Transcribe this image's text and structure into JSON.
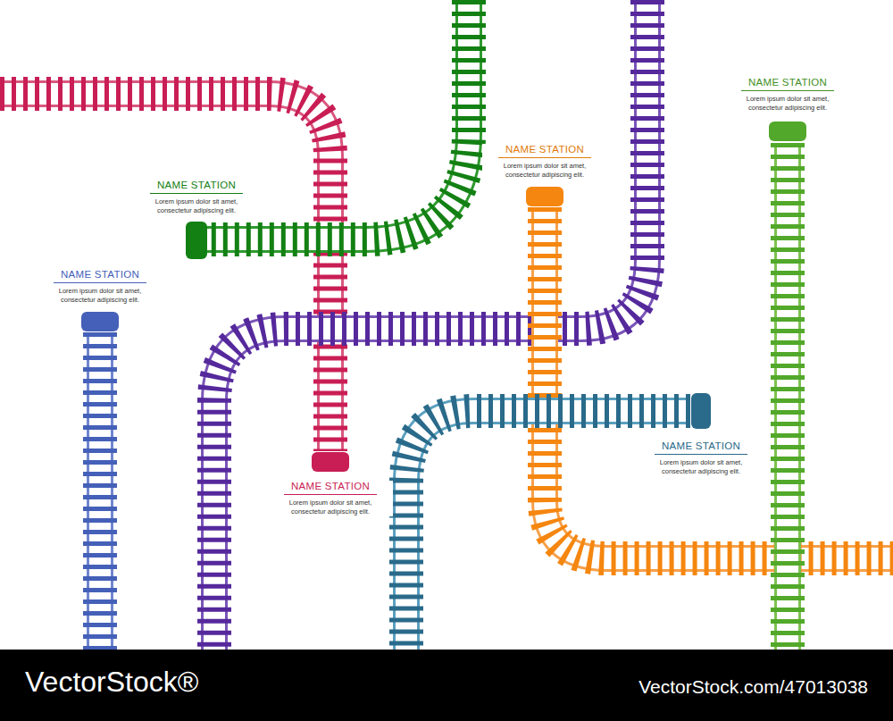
{
  "diagram": {
    "labels": [
      "NAME STATION",
      "Lorem ipsum dolor sit amet, consectetur adipiscing elit.",
      "NAME STATION",
      "Lorem ipsum dolor sit amet, consectetur adipiscing elit.",
      "NAME STATION",
      "Lorem ipsum dolor sit amet, consectetur adipiscing elit.",
      "NAME STATION",
      "Lorem ipsum dolor sit amet, consectetur adipiscing elit.",
      "NAME STATION",
      "Lorem ipsum dolor sit amet, consectetur adipiscing elit.",
      "NAME STATION",
      "Lorem ipsum dolor sit amet, consectetur adipiscing elit.",
      "VectorStock®",
      "VectorStock.com/47013038"
    ]
  }
}
